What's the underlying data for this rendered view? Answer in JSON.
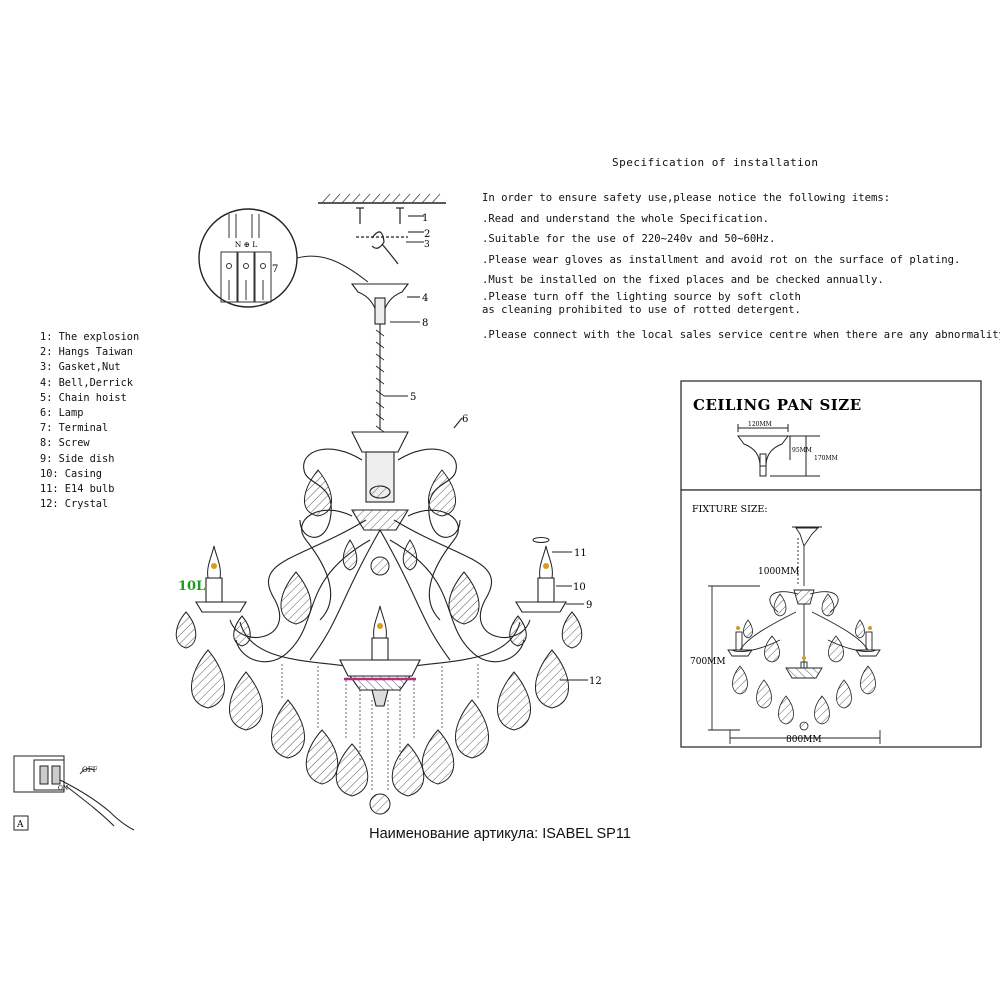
{
  "spec": {
    "title": "Specification of installation",
    "intro": "In order to ensure safety use,please notice the following items:",
    "items": [
      ".Read and understand the whole Specification.",
      ".Suitable for the use of 220~240v and 50~60Hz.",
      ".Please wear gloves as installment and avoid rot on the surface of plating.",
      ".Must be installed on the fixed places and be checked annually.",
      ".Please turn off the lighting source by soft cloth",
      "as cleaning prohibited to use of rotted detergent.",
      ".Please connect with the local sales service centre when there are any abnormality."
    ]
  },
  "legend": [
    "1: The explosion",
    "2: Hangs Taiwan",
    "3: Gasket,Nut",
    "4: Bell,Derrick",
    "5: Chain hoist",
    "6: Lamp",
    "7: Terminal",
    "8: Screw",
    "9: Side dish",
    "10: Casing",
    "11: E14 bulb",
    "12: Crystal"
  ],
  "callouts": {
    "n1": "1",
    "n2": "2",
    "n3": "3",
    "n4": "4",
    "n5": "5",
    "n6": "6",
    "n7": "7",
    "n8": "8",
    "n9": "9",
    "n10": "10",
    "n11": "11",
    "n12": "12",
    "highlight": "10L",
    "terminal": "N ⊕ L",
    "switch_off": "OFF",
    "switch_on": "ON",
    "switch_box": "A"
  },
  "ceiling_pan": {
    "title": "CEILING PAN SIZE",
    "width": "120MM",
    "height": "95MM",
    "total": "170MM"
  },
  "fixture": {
    "title": "FIXTURE SIZE:",
    "chain": "1000MM",
    "height": "700MM",
    "width": "800MM"
  },
  "caption": "Наименование артикула: ISABEL SP11",
  "colors": {
    "highlight": "#1a9e1a",
    "accent": "#b0307a",
    "bulb": "#d89a20"
  }
}
